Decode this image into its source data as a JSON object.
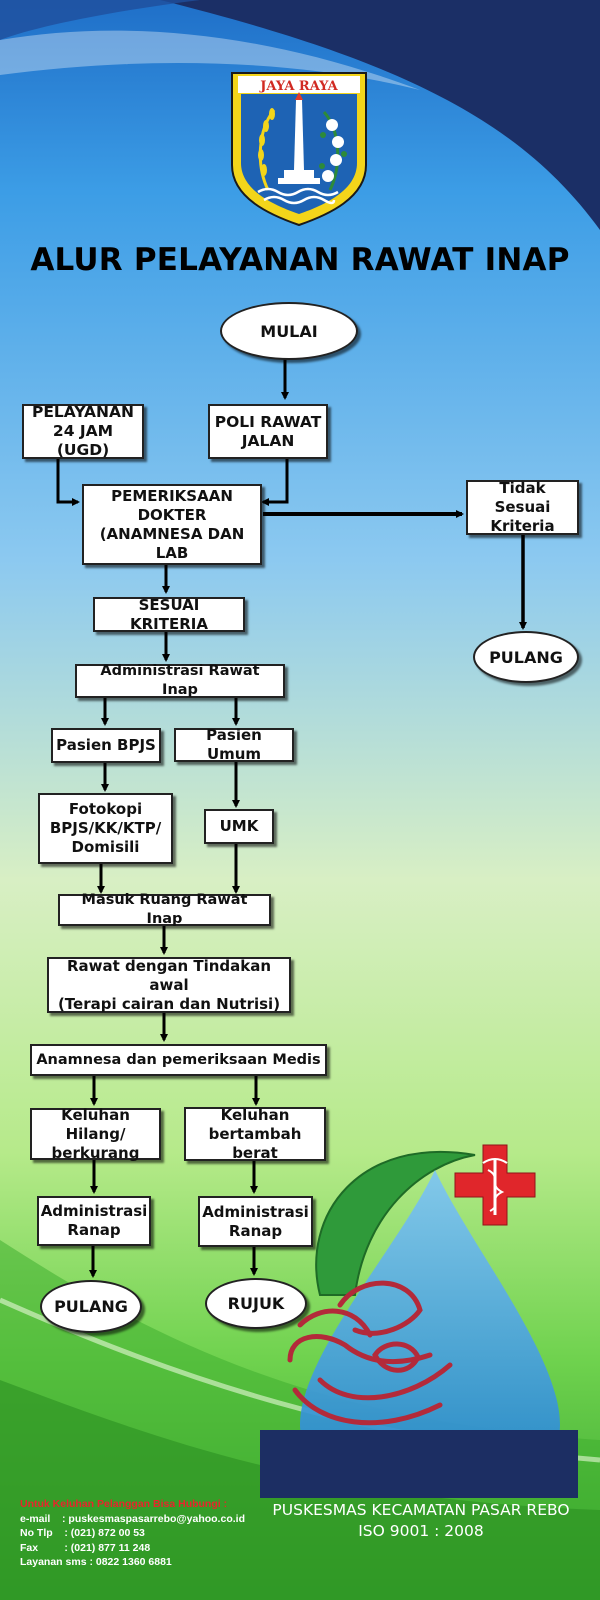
{
  "header": {
    "logo_text": "JAYA RAYA",
    "title": "ALUR PELAYANAN RAWAT INAP"
  },
  "flow": {
    "mulai": "MULAI",
    "ugd": "PELAYANAN\n24 JAM (UGD)",
    "poli": "POLI RAWAT\nJALAN",
    "pemeriksaan": "PEMERIKSAAN\nDOKTER\n(ANAMNESA DAN LAB",
    "tidak_sesuai": "Tidak Sesuai\nKriteria",
    "pulang_right": "PULANG",
    "sesuai": "SESUAI KRITERIA",
    "administrasi": "Administrasi Rawat Inap",
    "bpjs": "Pasien BPJS",
    "umum": "Pasien Umum",
    "fotokopi": "Fotokopi\nBPJS/KK/KTP/\nDomisili",
    "umk": "UMK",
    "masuk": "Masuk Ruang  Rawat Inap",
    "rawat": "Rawat dengan Tindakan awal\n(Terapi cairan dan Nutrisi)",
    "anamnesa": "Anamnesa dan pemeriksaan Medis",
    "hilang": "Keluhan Hilang/\nberkurang",
    "berat": "Keluhan\nbertambah berat",
    "adm_left": "Administrasi\nRanap",
    "adm_right": "Administrasi\nRanap",
    "pulang_bottom": "PULANG",
    "rujuk": "RUJUK"
  },
  "contact": {
    "heading": "Untuk Keluhan Pelanggan Bisa Hubungi :",
    "email": "e-mail    : puskesmaspasarrebo@yahoo.co.id",
    "phone": "No Tlp    : (021) 872 00 53",
    "fax": "Fax         : (021) 877 11 248",
    "sms": "Layanan sms : 0822 1360 6881"
  },
  "footer": {
    "name": "PUSKESMAS KECAMATAN PASAR REBO",
    "iso": "ISO 9001 : 2008"
  },
  "colors": {
    "sky_blue": "#4aa6e6",
    "dark_navy": "#1b2f66",
    "green": "#4cc23a",
    "cross_red": "#e0262b",
    "drop_blue": "#2f8fd6",
    "logo_blue": "#1e63b4",
    "logo_yellow": "#f3d51a"
  }
}
